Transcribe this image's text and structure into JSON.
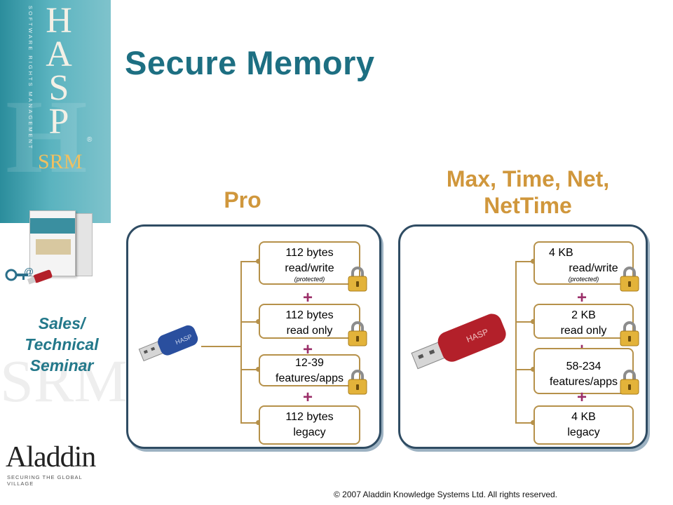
{
  "slide_title": "Secure Memory",
  "sidebar": {
    "brand_letters": [
      "H",
      "A",
      "S",
      "P"
    ],
    "brand_tagline": "SOFTWARE RIGHTS MANAGEMENT",
    "brand_registered": "®",
    "brand_sub": "SRM",
    "seminar_lines": [
      "Sales/",
      "Technical",
      "Seminar"
    ],
    "watermark": "SRM",
    "company_name": "Aladdin",
    "company_tagline": "SECURING THE GLOBAL VILLAGE"
  },
  "panels": [
    {
      "heading_lines": [
        "Pro"
      ],
      "key_color": "#2a4f9e",
      "boxes": [
        {
          "line1": "112 bytes",
          "line2": "read/write",
          "line3": "(protected)",
          "locked": true
        },
        {
          "line1": "112 bytes",
          "line2": "read only",
          "line3": "",
          "locked": true
        },
        {
          "line1": "12-39",
          "line2": "features/apps",
          "line3": "",
          "locked": true
        },
        {
          "line1": "112 bytes",
          "line2": "legacy",
          "line3": "",
          "locked": false
        }
      ],
      "separator": "+"
    },
    {
      "heading_lines": [
        "Max, Time, Net,",
        "NetTime"
      ],
      "key_color": "#b3202a",
      "boxes": [
        {
          "line1": "4 KB",
          "line2": "read/write",
          "line3": "(protected)",
          "locked": true
        },
        {
          "line1": "2 KB",
          "line2": "read only",
          "line3": "",
          "locked": true
        },
        {
          "line1": "58-234",
          "line2": "features/apps",
          "line3": "",
          "locked": true
        },
        {
          "line1": "4 KB",
          "line2": "legacy",
          "line3": "",
          "locked": false
        }
      ],
      "separator": "+"
    }
  ],
  "copyright": "© 2007 Aladdin Knowledge Systems Ltd. All rights reserved.",
  "colors": {
    "title": "#1d6f82",
    "heading": "#d0973c",
    "panel_border": "#2f4c63",
    "brace": "#b6914a",
    "plus": "#9b2f69",
    "sidebar_band": "#2b8d9c"
  }
}
